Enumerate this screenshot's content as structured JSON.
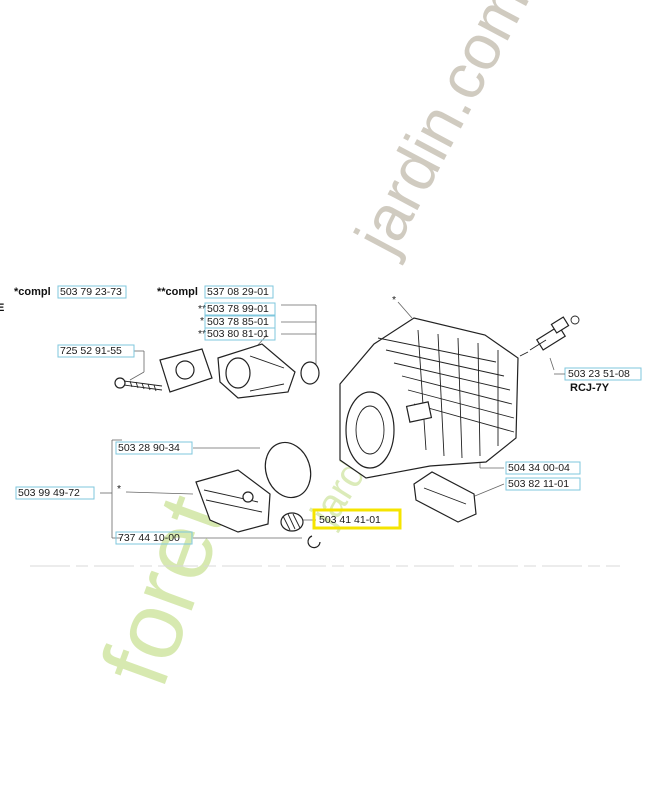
{
  "header": {
    "edge_mark": "E",
    "compl_1_prefix": "*compl",
    "compl_1_part": "503 79 23-73",
    "compl_2_prefix": "**compl",
    "compl_2_part": "537 08 29-01"
  },
  "parts": {
    "p_503_78_99_01": "503 78 99-01",
    "p_503_78_85_01": "503 78 85-01",
    "p_503_80_81_01": "503 80 81-01",
    "p_725_52_91_55": "725 52 91-55",
    "p_503_23_51_08": "503 23 51-08",
    "p_rcj_7y": "RCJ-7Y",
    "p_503_28_90_34": "503 28 90-34",
    "p_503_99_49_72": "503 99 49-72",
    "p_504_34_00_04": "504 34 00-04",
    "p_503_82_11_01": "503 82 11-01",
    "p_503_41_41_01": "503 41 41-01",
    "p_737_44_10_00": "737 44 10-00"
  },
  "markers": {
    "single": "*",
    "double": "**"
  },
  "watermarks": {
    "brand_top": "jardin.com",
    "brand_prefix": "foret",
    "brand_mid": "jardin"
  },
  "colors": {
    "highlight": "#f5e400",
    "label_box": "#7fc7dd",
    "watermark_green": "#d3e7a8",
    "watermark_grey": "#c8c2b6"
  }
}
